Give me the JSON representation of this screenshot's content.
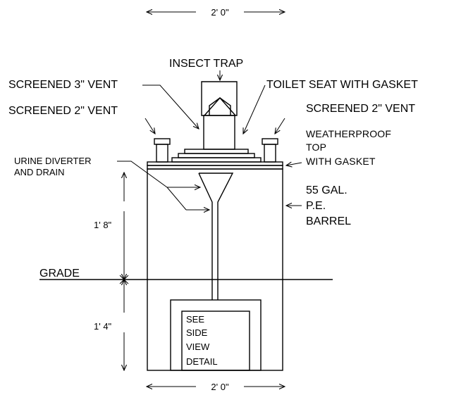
{
  "diagram": {
    "dimensions": {
      "top_width": "2' 0\"",
      "bottom_width": "2' 0\"",
      "upper_height": "1' 8\"",
      "lower_height": "1' 4\""
    },
    "labels": {
      "insect_trap": "INSECT TRAP",
      "screened_3_vent": "SCREENED 3\" VENT",
      "toilet_seat": "TOILET SEAT WITH GASKET",
      "screened_2_vent_left": "SCREENED 2\" VENT",
      "screened_2_vent_right": "SCREENED 2\" VENT",
      "weatherproof_top": [
        "WEATHERPROOF",
        "TOP",
        "WITH  GASKET"
      ],
      "urine_diverter": [
        "URINE DIVERTER",
        "AND DRAIN"
      ],
      "barrel": [
        "55 GAL.",
        "P.E.",
        "BARREL"
      ],
      "grade": "GRADE",
      "see_side_view": [
        "SEE",
        "SIDE",
        "VIEW",
        "DETAIL"
      ]
    }
  }
}
